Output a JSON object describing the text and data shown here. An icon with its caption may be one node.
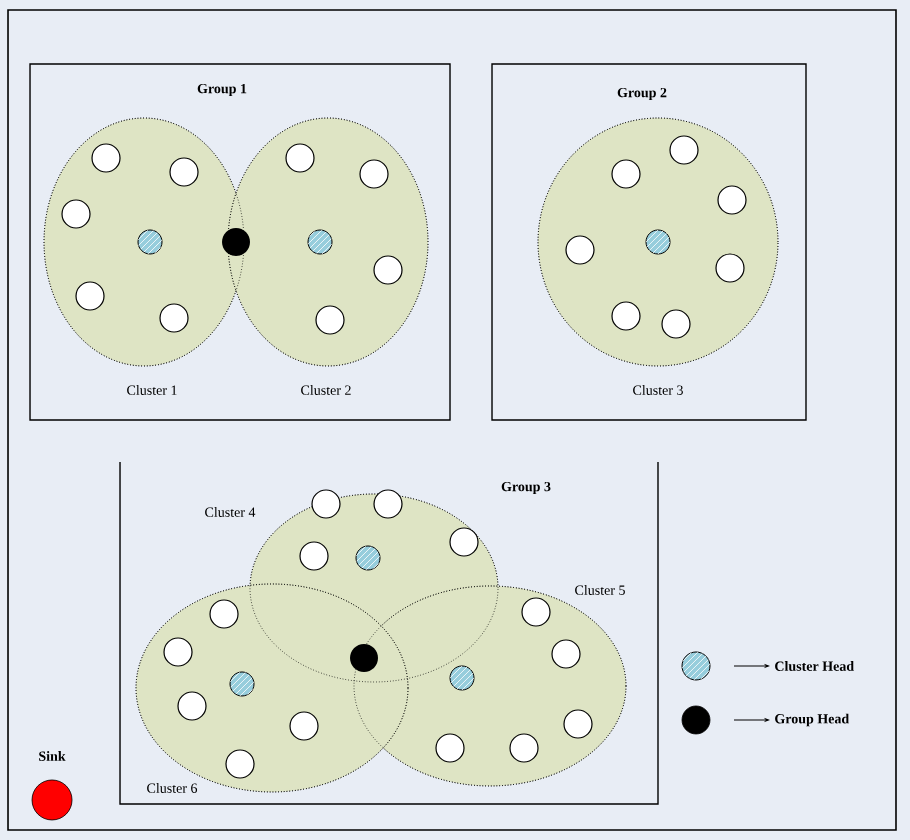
{
  "diagram": {
    "nodes": [
      {
        "text": [
          "Group 1"
        ]
      },
      {
        "text": [
          "Cluster 1"
        ],
        "in": 0
      },
      {
        "text": [
          "Cluster 2"
        ],
        "in": 0
      },
      {
        "text": [
          "Group 2"
        ]
      },
      {
        "text": [
          "Cluster 3"
        ],
        "in": 3
      },
      {
        "text": [
          "Group 3"
        ]
      },
      {
        "text": [
          "Cluster 4"
        ],
        "in": 5
      },
      {
        "text": [
          "Cluster 5"
        ],
        "in": 5
      },
      {
        "text": [
          "Cluster 6"
        ],
        "in": 5
      },
      {
        "text": [
          "Sink"
        ]
      }
    ],
    "legend": [
      {
        "text": "Cluster Head"
      },
      {
        "text": "Group Head"
      }
    ]
  }
}
